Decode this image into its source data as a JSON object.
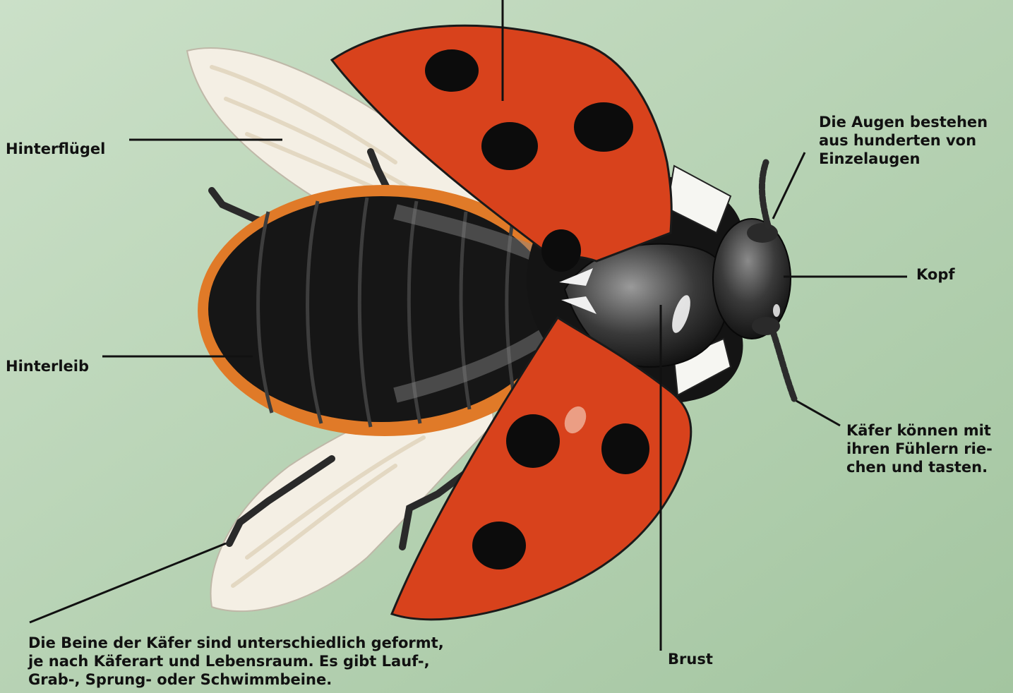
{
  "labels": {
    "hinterfluegel": "Hinterflügel",
    "augen": "Die Augen bestehen\naus hunderten von\nEinzelaugen",
    "kopf": "Kopf",
    "hinterleib": "Hinterleib",
    "fuehler": "Käfer können mit\nihren Fühlern rie-\nchen und tasten.",
    "beine": "Die Beine der Käfer sind unterschiedlich geformt,\nje nach Käferart und Lebensraum. Es gibt Lauf-,\nGrab-, Sprung- oder Schwimmbeine.",
    "brust": "Brust"
  },
  "colors": {
    "background_top": "#c6ddc4",
    "background_bottom": "#a6c7a3",
    "elytra": "#d8421c",
    "spots": "#0c0c0c",
    "abdomen_orange": "#e07a28",
    "body_black": "#151515",
    "wing": "#f4efe4",
    "leader_line": "#111111"
  },
  "icons": {
    "illustration": "ladybug-illustration"
  }
}
